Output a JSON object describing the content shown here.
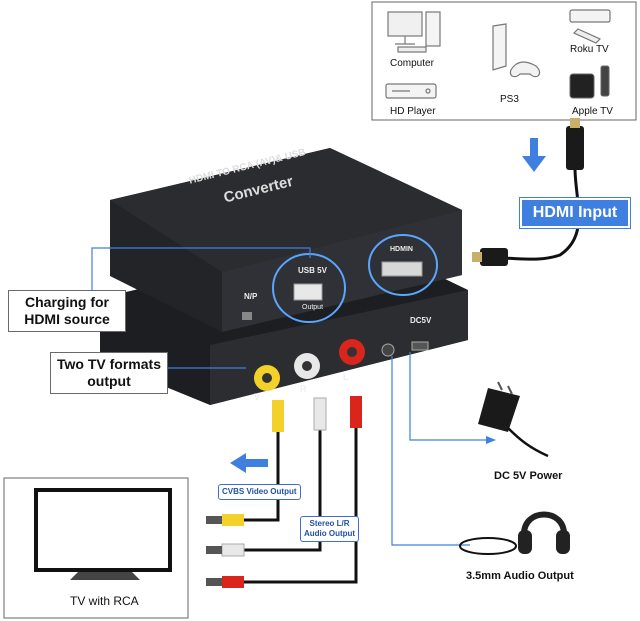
{
  "sources": {
    "computer": "Computer",
    "ps3": "PS3",
    "roku": "Roku TV",
    "hd_player": "HD Player",
    "apple_tv": "Apple TV"
  },
  "hdmi_input_label": "HDMI Input",
  "device": {
    "top_line": "HDMI TO RCA (AV)& USB",
    "top_line2": "Converter",
    "usb_label": "USB 5V",
    "usb_sub": "Output",
    "hdmi_port_label": "HDMIN",
    "np_label": "N/P",
    "dc_label": "DC5V",
    "port_letters": [
      "V",
      "R",
      "L"
    ]
  },
  "callouts": {
    "charging": "Charging for\nHDMI source",
    "formats": "Two TV formats\noutput"
  },
  "pills": {
    "cvbs": "CVBS Video Output",
    "stereo": "Stereo L/R\nAudio Output"
  },
  "captions": {
    "dc_power": "DC 5V Power",
    "audio_out": "3.5mm Audio Output",
    "tv": "TV with RCA"
  },
  "colors": {
    "accent_blue": "#3f7fe0",
    "pill_border": "#3f6fd6",
    "device_body": "#1d1e21",
    "rca_yellow": "#f2d22a",
    "rca_red": "#d9251c",
    "rca_white": "#e8e8e8"
  }
}
